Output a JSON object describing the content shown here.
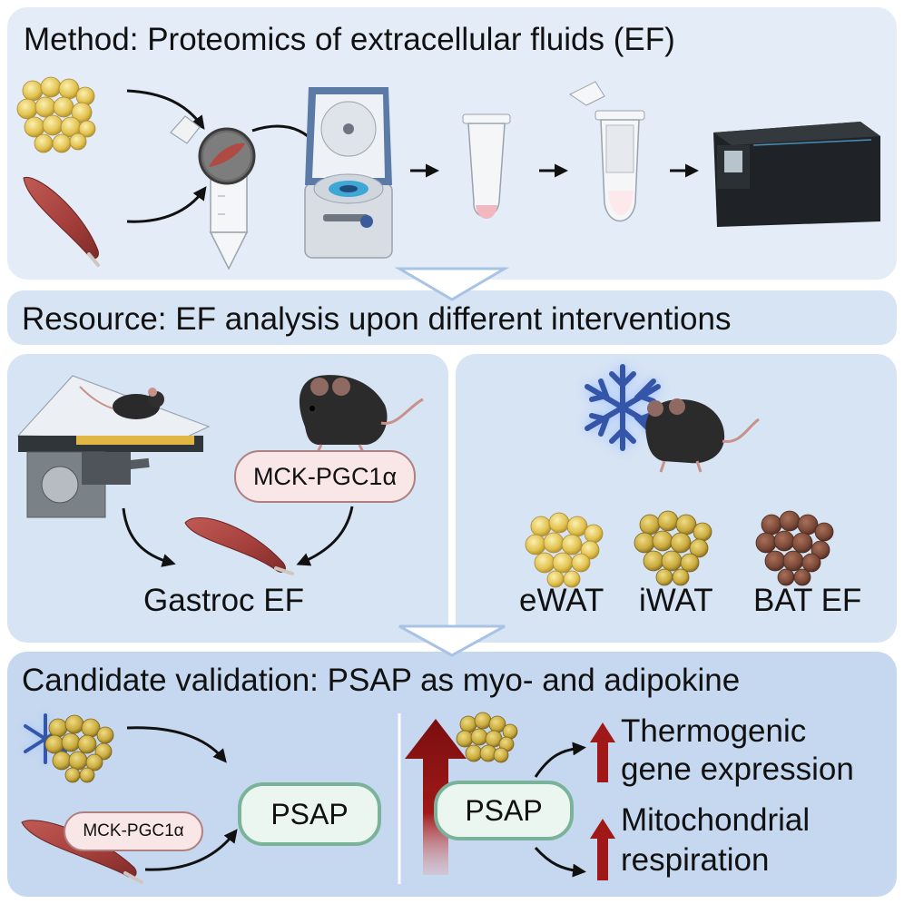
{
  "sections": {
    "method": {
      "title": "Method: Proteomics of extracellular fluids (EF)"
    },
    "resource": {
      "title": "Resource: EF analysis upon different interventions",
      "left": {
        "pill": "MCK-PGC1α",
        "label": "Gastroc EF"
      },
      "right": {
        "labels": [
          "eWAT",
          "iWAT",
          "BAT EF"
        ]
      }
    },
    "validation": {
      "title": "Candidate validation: PSAP as myo- and adipokine",
      "left": {
        "pill": "MCK-PGC1α",
        "target": "PSAP"
      },
      "right": {
        "target": "PSAP",
        "outcome1": [
          "Thermogenic",
          "gene expression"
        ],
        "outcome2": [
          "Mitochondrial",
          "respiration"
        ]
      }
    }
  },
  "colors": {
    "panel_light": "#e3ecf7",
    "panel_mid": "#d7e4f4",
    "panel_dark": "#c6d8ef",
    "muscle": "#a5403d",
    "fat_white": "#e7c85a",
    "fat_brown": "#7b4a38",
    "arrow_red": "#8e1a1a",
    "pill_green_border": "#7ab39a",
    "pill_green_fill": "#eaf6ef",
    "pill_pink_fill": "#f9e6e6"
  },
  "icons": [
    "fat-cluster-icon",
    "muscle-icon",
    "strainer-tube-icon",
    "centrifuge-icon",
    "microtube-icon",
    "filter-tube-icon",
    "mass-spectrometer-icon",
    "treadmill-icon",
    "mouse-icon",
    "snowflake-icon"
  ]
}
